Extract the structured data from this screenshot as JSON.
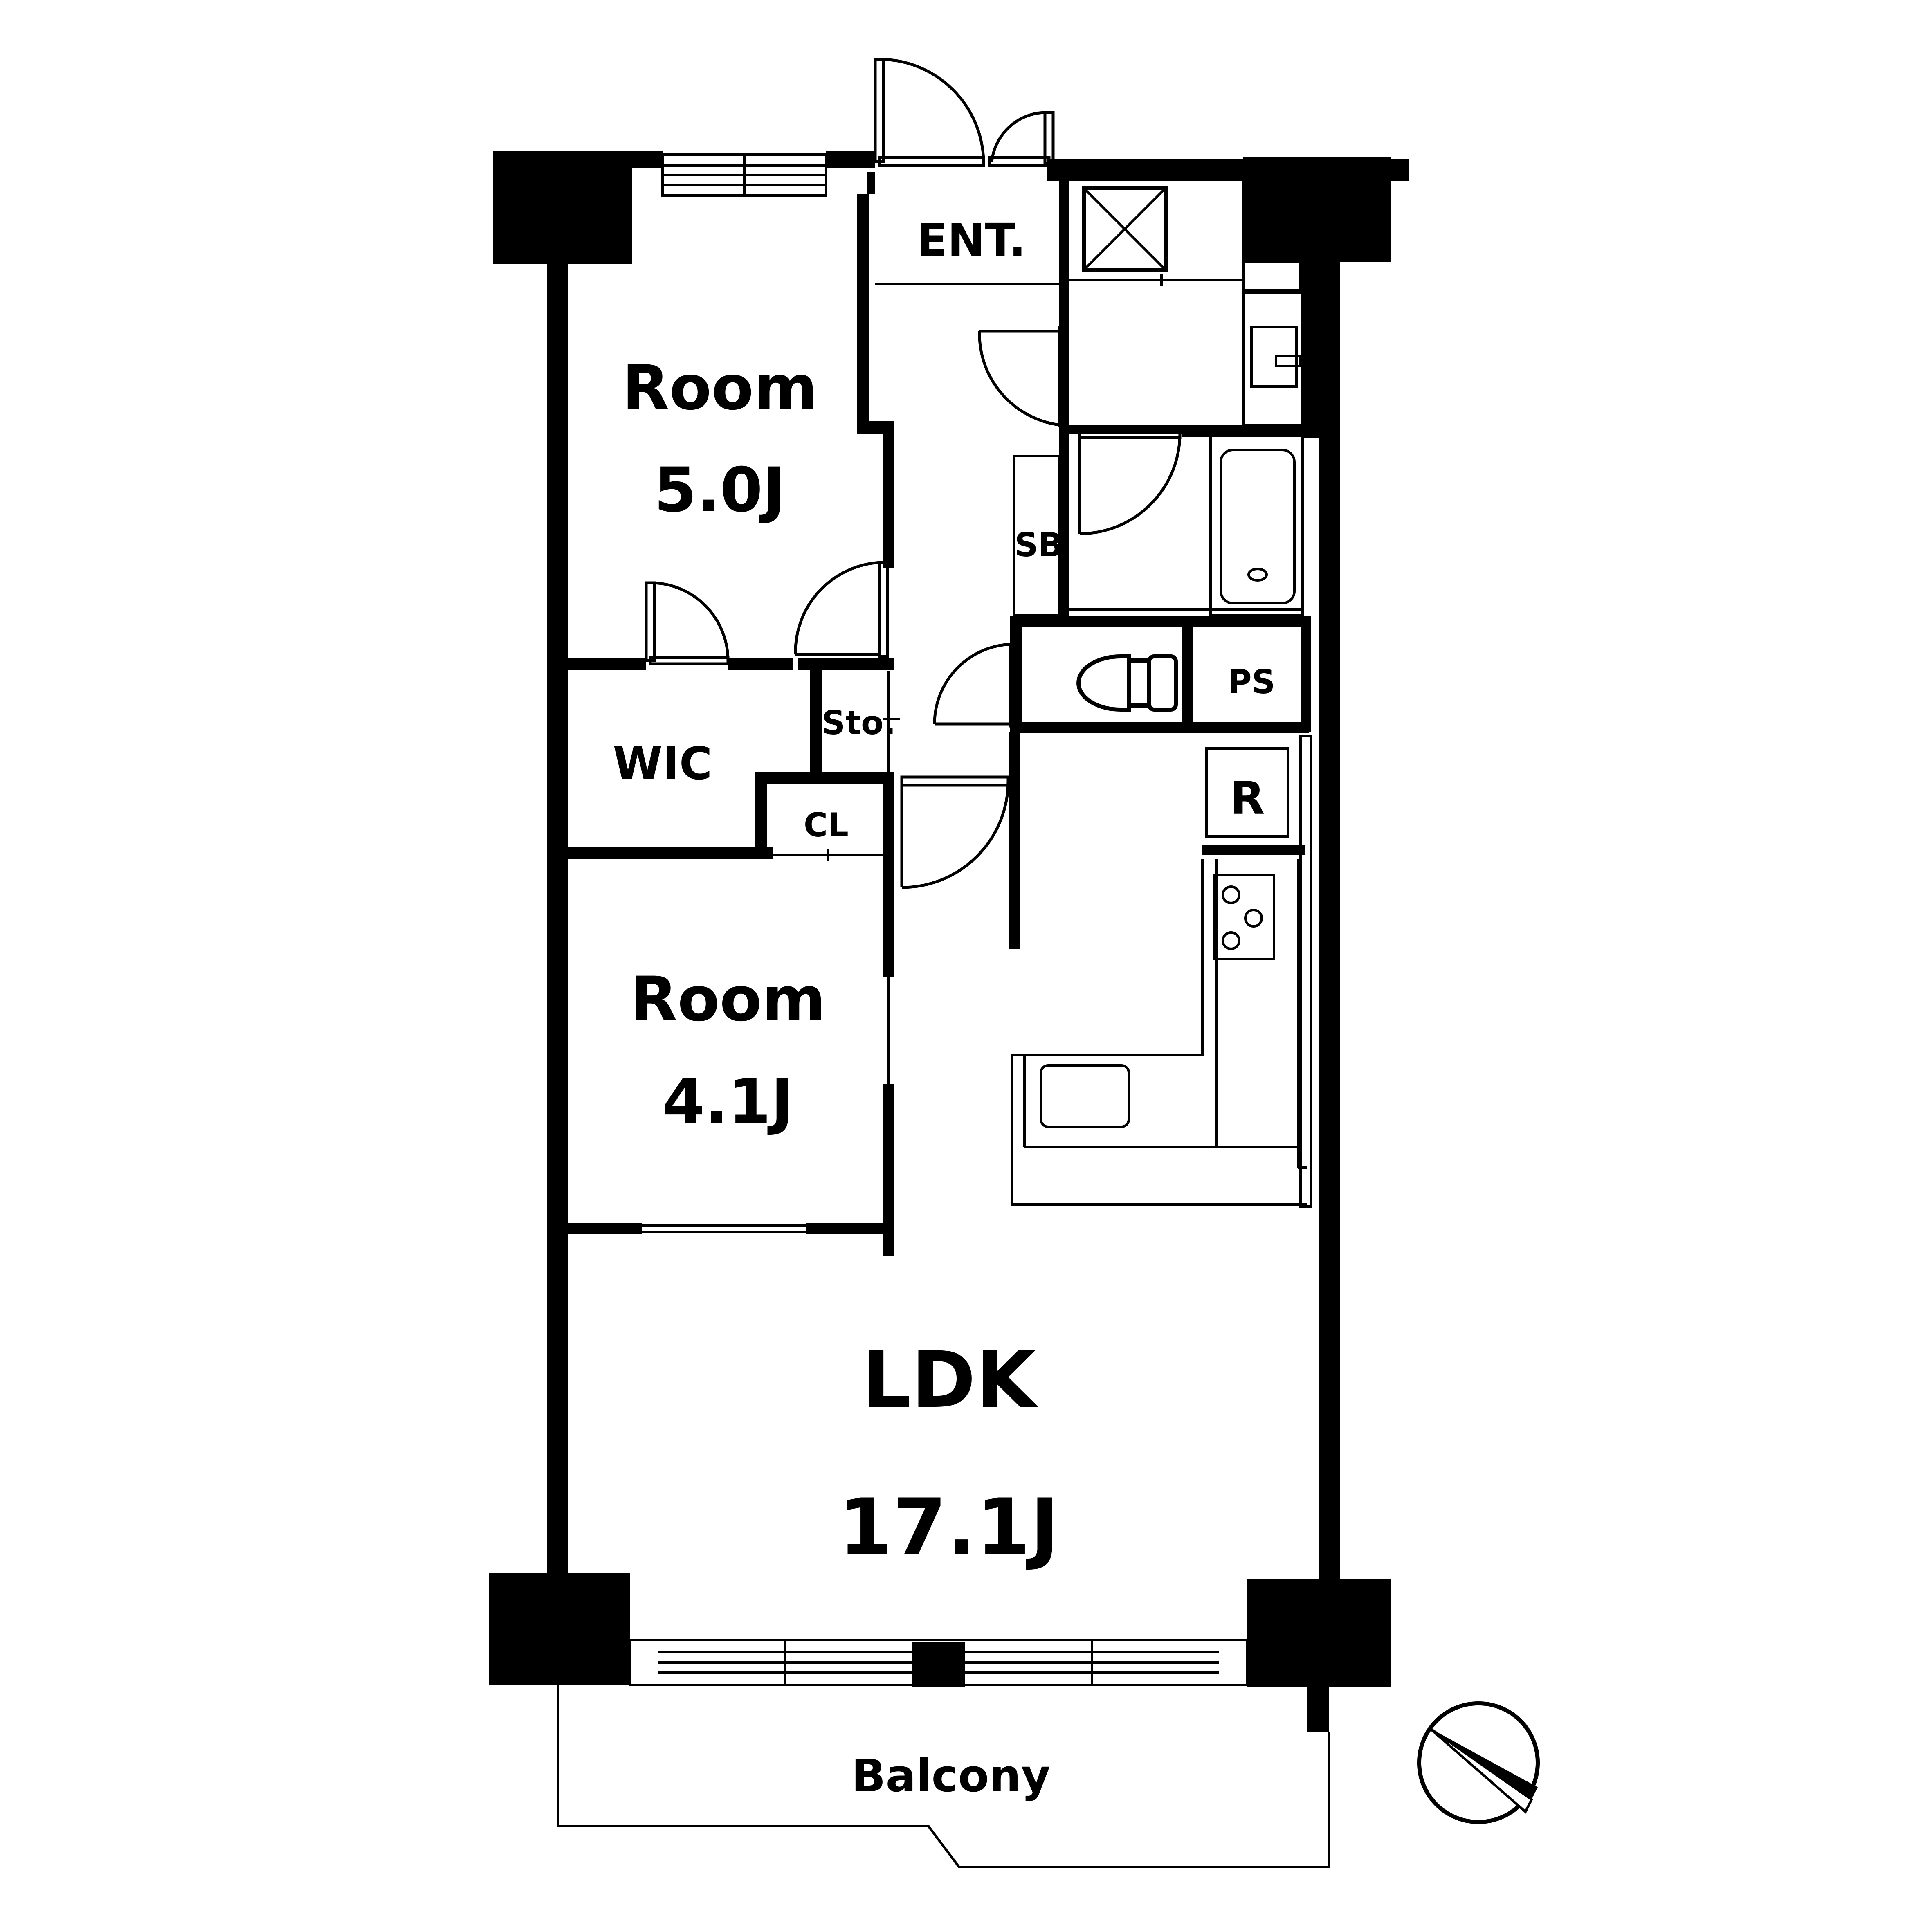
{
  "rooms": {
    "entrance": "ENT.",
    "room_north_name": "Room",
    "room_north_size": "5.0J",
    "wic": "WIC",
    "storage": "Sto.",
    "closet": "CL",
    "room_south_name": "Room",
    "room_south_size": "4.1J",
    "shoe_box": "SB",
    "pipe_space": "PS",
    "refrigerator": "R",
    "ldk_name": "LDK",
    "ldk_size": "17.1J",
    "balcony": "Balcony"
  },
  "icons": {
    "compass": "north-arrow-icon"
  }
}
